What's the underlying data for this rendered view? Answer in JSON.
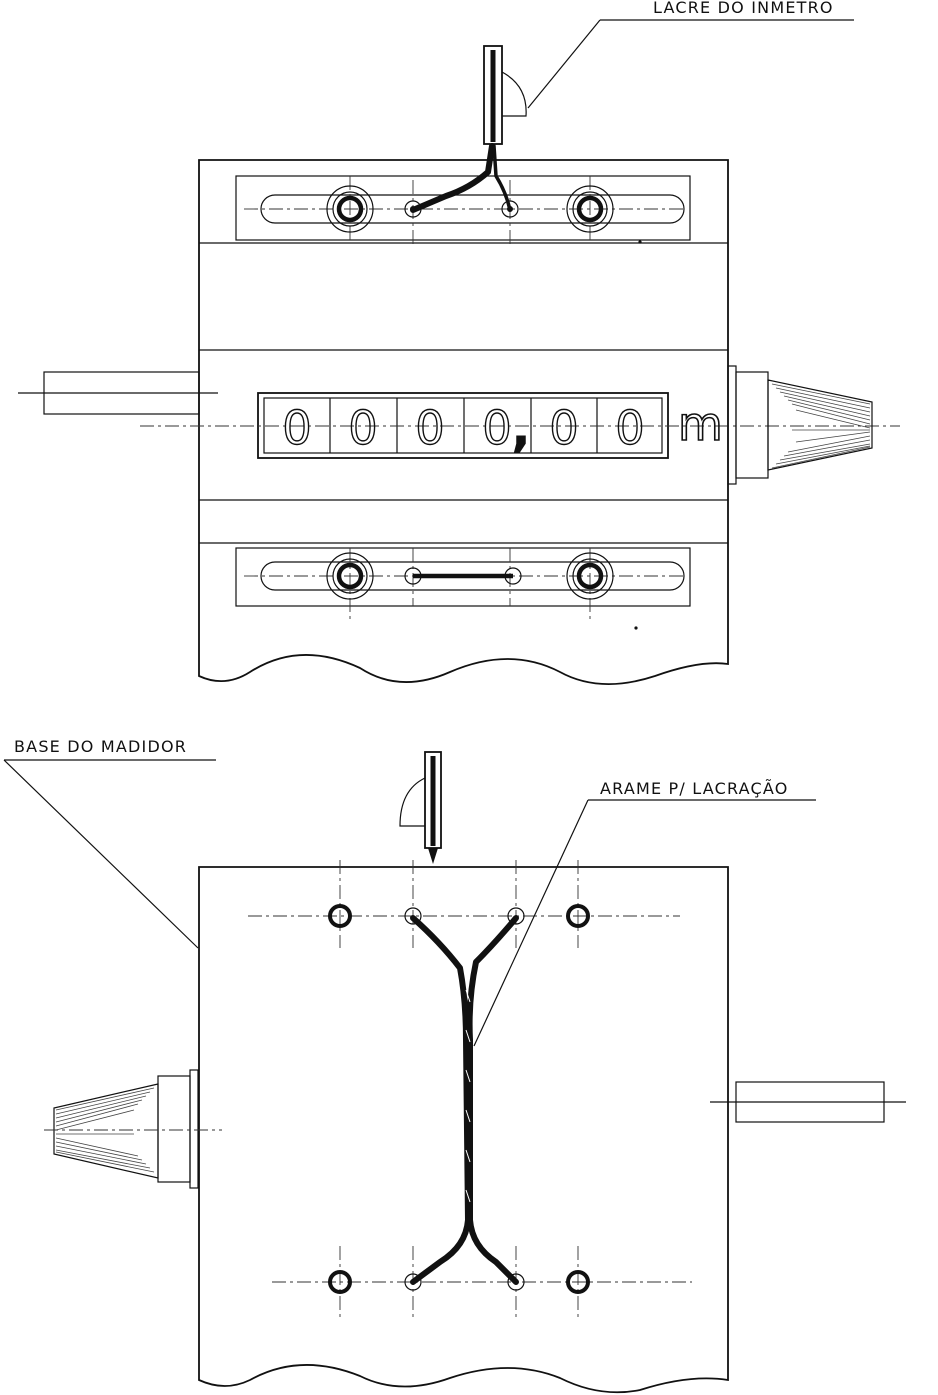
{
  "labels": {
    "seal": "LACRE DO INMETRO",
    "base": "BASE DO MADIDOR",
    "wire": "ARAME P/ LACRAÇÃO"
  },
  "counter": {
    "digits": [
      "0",
      "0",
      "0",
      "0",
      "0",
      "0"
    ],
    "decimal_separator": ",",
    "unit": "m"
  }
}
